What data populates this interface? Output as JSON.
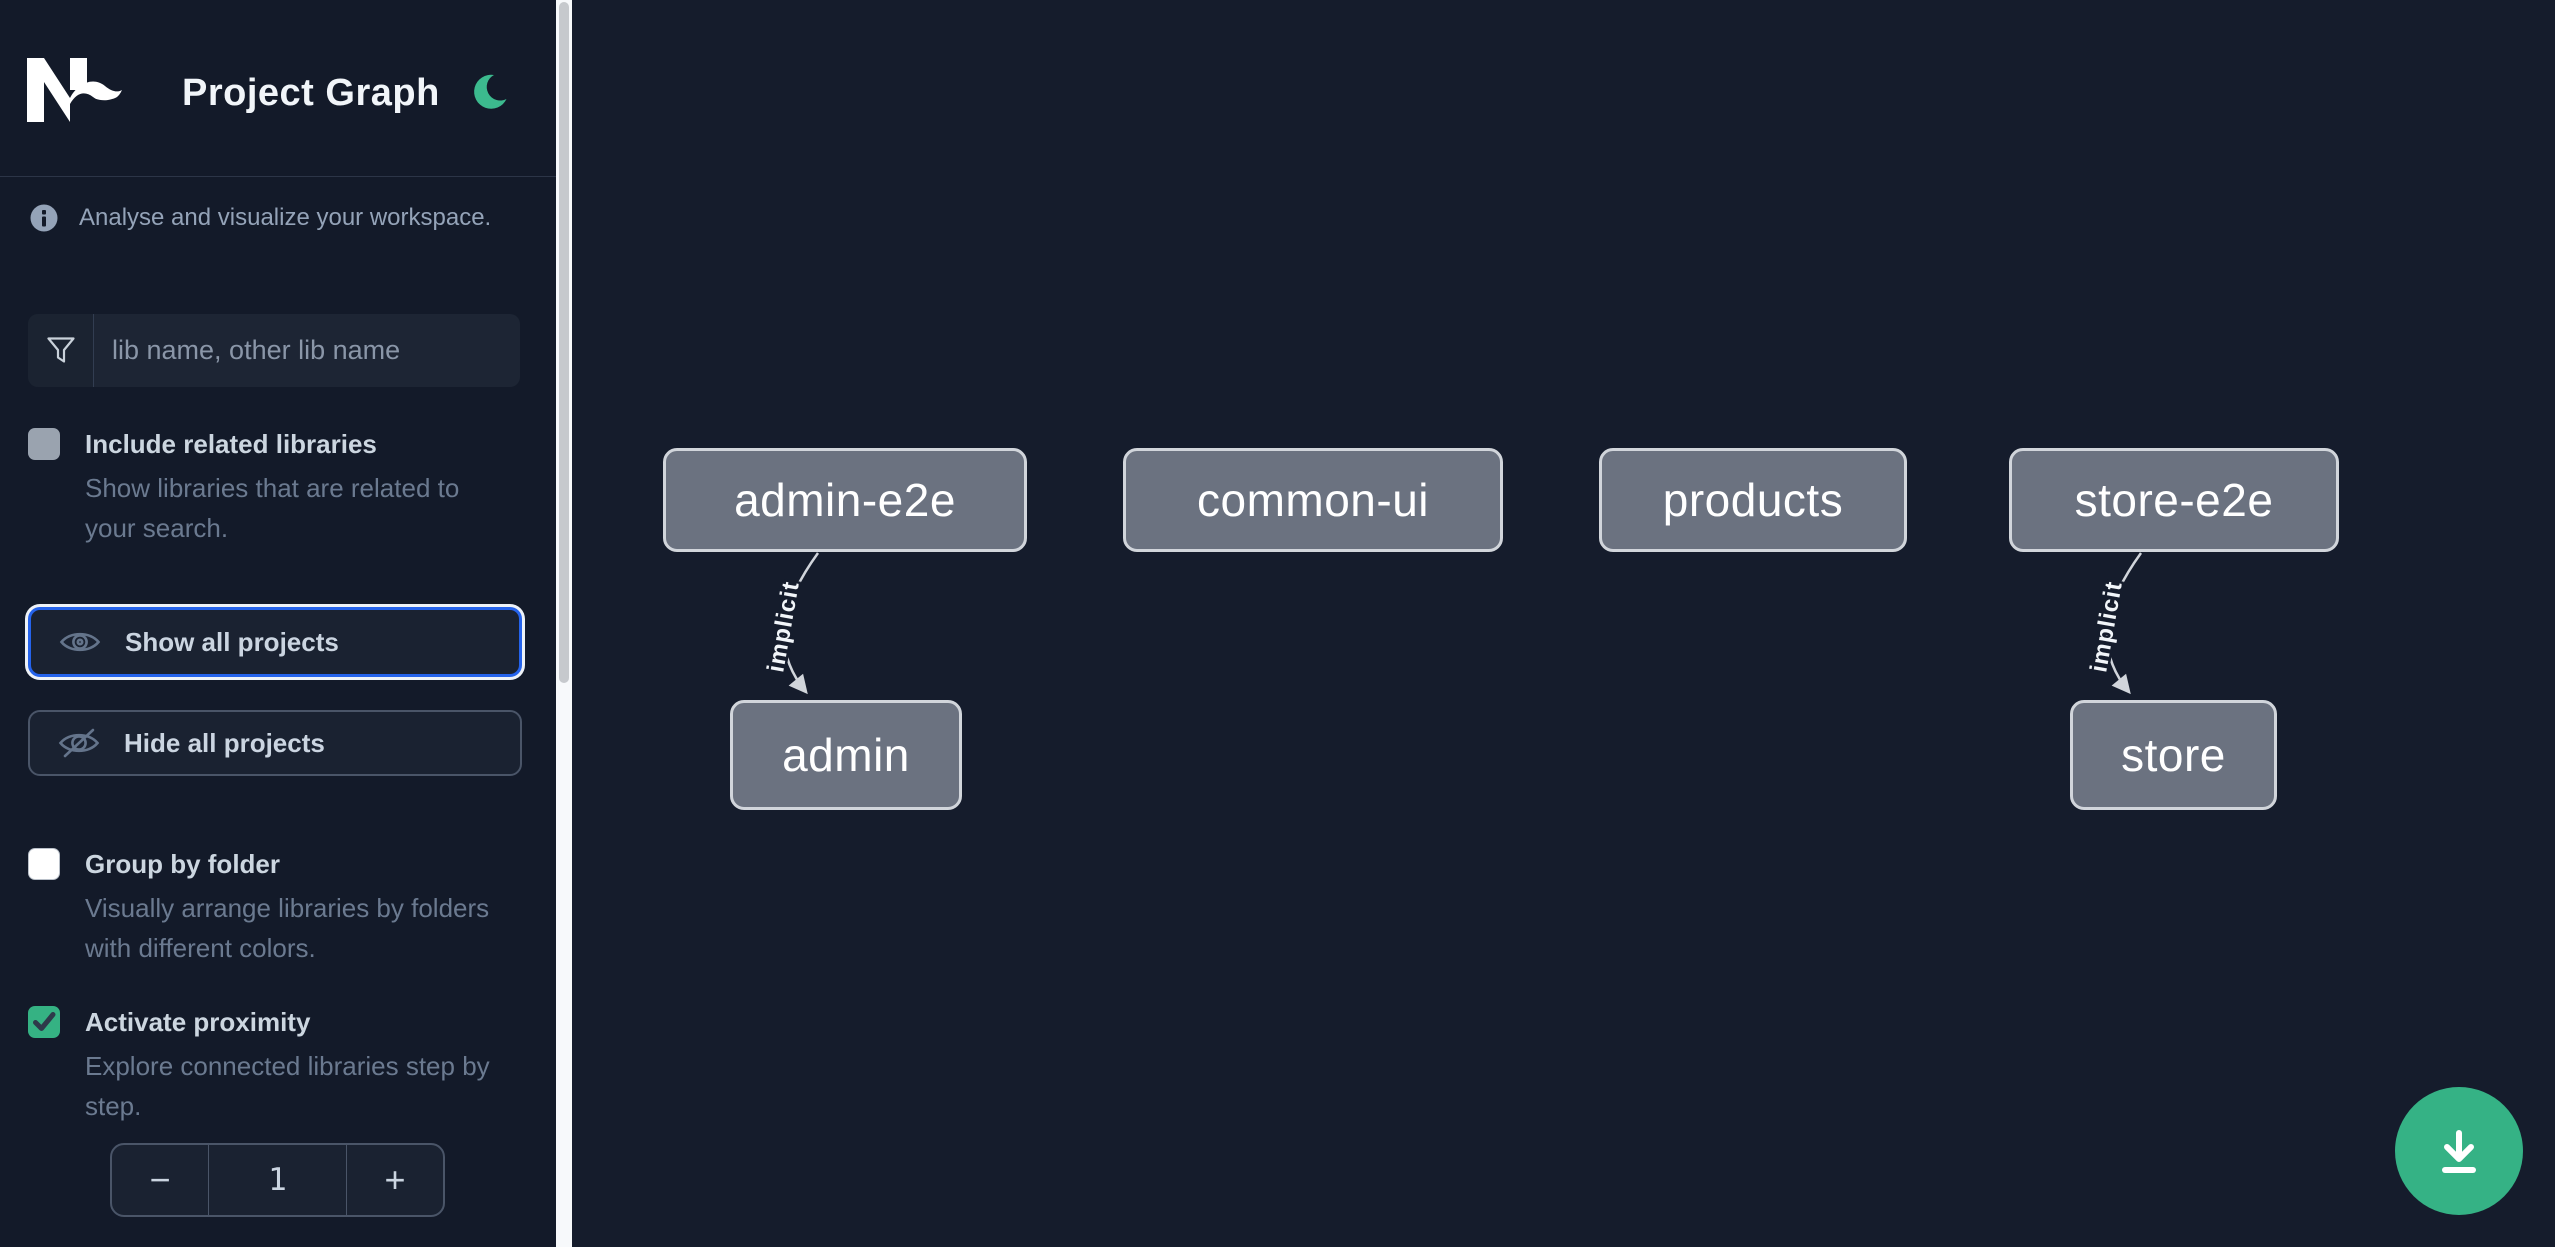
{
  "header": {
    "title": "Project Graph",
    "logo": "Nx",
    "theme_toggle_icon": "moon"
  },
  "sidebar": {
    "intro": "Analyse and visualize your workspace.",
    "search": {
      "placeholder": "lib name, other lib name"
    },
    "options": {
      "include_related": {
        "label": "Include related libraries",
        "description": "Show libraries that are related to your search.",
        "checked": false
      },
      "group_by_folder": {
        "label": "Group by folder",
        "description": "Visually arrange libraries by folders with different colors.",
        "checked": false
      },
      "activate_proximity": {
        "label": "Activate proximity",
        "description": "Explore connected libraries step by step.",
        "checked": true
      }
    },
    "buttons": {
      "show_all": "Show all projects",
      "hide_all": "Hide all projects"
    },
    "proximity_stepper": {
      "decrement": "−",
      "value": "1",
      "increment": "+"
    }
  },
  "graph": {
    "nodes": [
      {
        "label": "admin-e2e"
      },
      {
        "label": "common-ui"
      },
      {
        "label": "products"
      },
      {
        "label": "store-e2e"
      },
      {
        "label": "admin"
      },
      {
        "label": "store"
      }
    ],
    "edges": [
      {
        "from": "admin-e2e",
        "to": "admin",
        "label": "implicit"
      },
      {
        "from": "store-e2e",
        "to": "store",
        "label": "implicit"
      }
    ]
  },
  "fab": {
    "icon": "download"
  },
  "colors": {
    "accent_green": "#35b285",
    "focus_blue": "#2563eb",
    "node_fill": "#6b7280",
    "node_border": "#d1d5db",
    "sidebar_bg": "#131a29",
    "canvas_bg": "#151c2c",
    "scrollbar_track": "#f7f9fb"
  }
}
